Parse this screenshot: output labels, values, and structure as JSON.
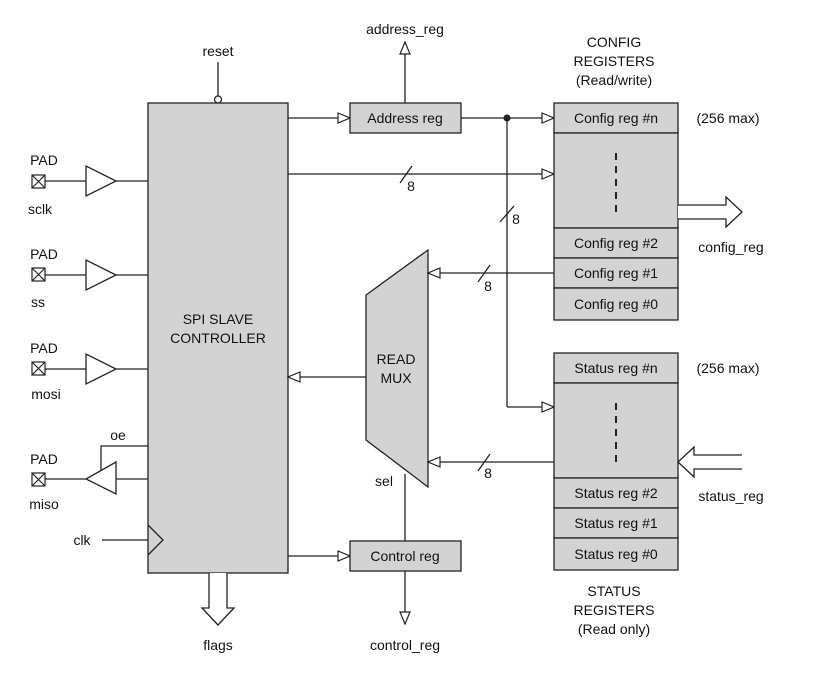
{
  "controller": {
    "label_line1": "SPI SLAVE",
    "label_line2": "CONTROLLER"
  },
  "signals": {
    "reset": "reset",
    "clk": "clk",
    "flags": "flags",
    "oe": "oe",
    "sel": "sel",
    "address_out": "address_reg",
    "control_out": "control_reg",
    "config_out": "config_reg",
    "status_in": "status_reg"
  },
  "pads": [
    {
      "pad_label": "PAD",
      "signal": "sclk"
    },
    {
      "pad_label": "PAD",
      "signal": "ss"
    },
    {
      "pad_label": "PAD",
      "signal": "mosi"
    },
    {
      "pad_label": "PAD",
      "signal": "miso"
    }
  ],
  "address_reg": {
    "label": "Address reg"
  },
  "control_reg": {
    "label": "Control reg"
  },
  "read_mux": {
    "label_line1": "READ",
    "label_line2": "MUX"
  },
  "bus_width": "8",
  "config_registers": {
    "title_line1": "CONFIG",
    "title_line2": "REGISTERS",
    "title_line3": "(Read/write)",
    "max_note": "(256 max)",
    "rows": [
      "Config reg #n",
      "Config reg #2",
      "Config reg #1",
      "Config reg #0"
    ]
  },
  "status_registers": {
    "title_line1": "STATUS",
    "title_line2": "REGISTERS",
    "title_line3": "(Read only)",
    "max_note": "(256 max)",
    "rows": [
      "Status reg #n",
      "Status reg #2",
      "Status reg #1",
      "Status reg #0"
    ]
  }
}
